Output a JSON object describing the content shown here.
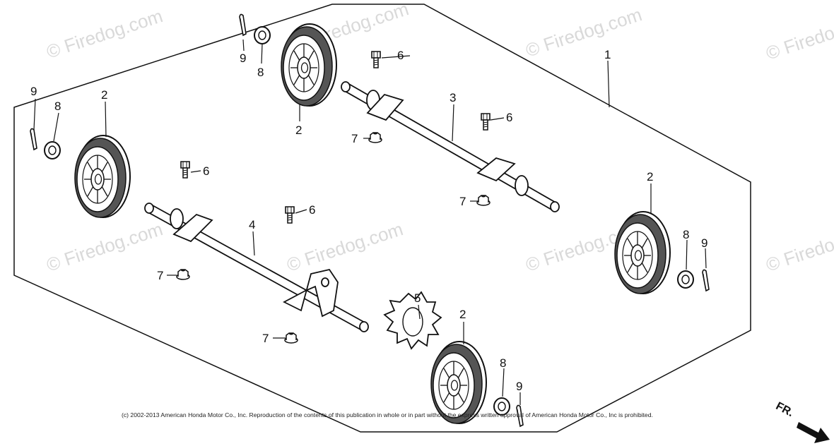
{
  "watermarks": [
    "© Firedog.com",
    "© Firedog.com",
    "© Firedog.com",
    "© Firedog.com",
    "© Firedog.com",
    "© Firedog.com",
    "© Firedog.com",
    "© Firedog.com"
  ],
  "copyright": "(c) 2002-2013 American Honda Motor Co., Inc. Reproduction of the contents of this publication in whole or in part without the express written approval of American Honda Motor Co., Inc is prohibited.",
  "front_indicator": "FR.",
  "callouts": {
    "c1": "1",
    "c2a": "2",
    "c2b": "2",
    "c2c": "2",
    "c2d": "2",
    "c3": "3",
    "c4": "4",
    "c5": "5",
    "c6a": "6",
    "c6b": "6",
    "c6c": "6",
    "c6d": "6",
    "c7a": "7",
    "c7b": "7",
    "c7c": "7",
    "c7d": "7",
    "c8a": "8",
    "c8b": "8",
    "c8c": "8",
    "c8d": "8",
    "c9a": "9",
    "c9b": "9",
    "c9c": "9",
    "c9d": "9"
  },
  "colors": {
    "line": "#111111",
    "watermark": "#d9d9d9",
    "tire": "#333333"
  }
}
